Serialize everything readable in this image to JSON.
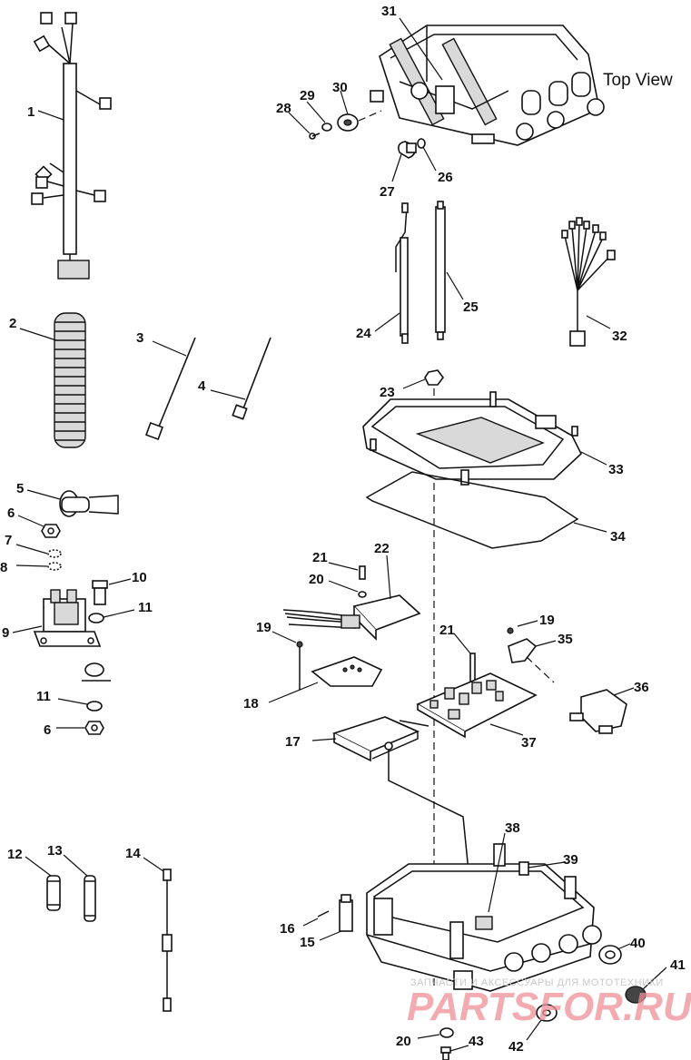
{
  "diagram": {
    "top_view_label": "Top View",
    "watermark_small": "ЗАПЧАСТИ И АКСЕССУАРЫ ДЛЯ МОТОТЕХНИКИ",
    "watermark_brand": "PARTSFOR.RU",
    "callouts": [
      "1",
      "2",
      "3",
      "4",
      "5",
      "6",
      "7",
      "8",
      "9",
      "10",
      "11",
      "11",
      "6",
      "12",
      "13",
      "14",
      "16",
      "15",
      "31",
      "29",
      "30",
      "28",
      "27",
      "26",
      "24",
      "25",
      "32",
      "23",
      "33",
      "34",
      "21",
      "20",
      "22",
      "19",
      "21",
      "19",
      "35",
      "18",
      "17",
      "37",
      "36",
      "38",
      "39",
      "40",
      "41",
      "20",
      "42",
      "43"
    ]
  }
}
